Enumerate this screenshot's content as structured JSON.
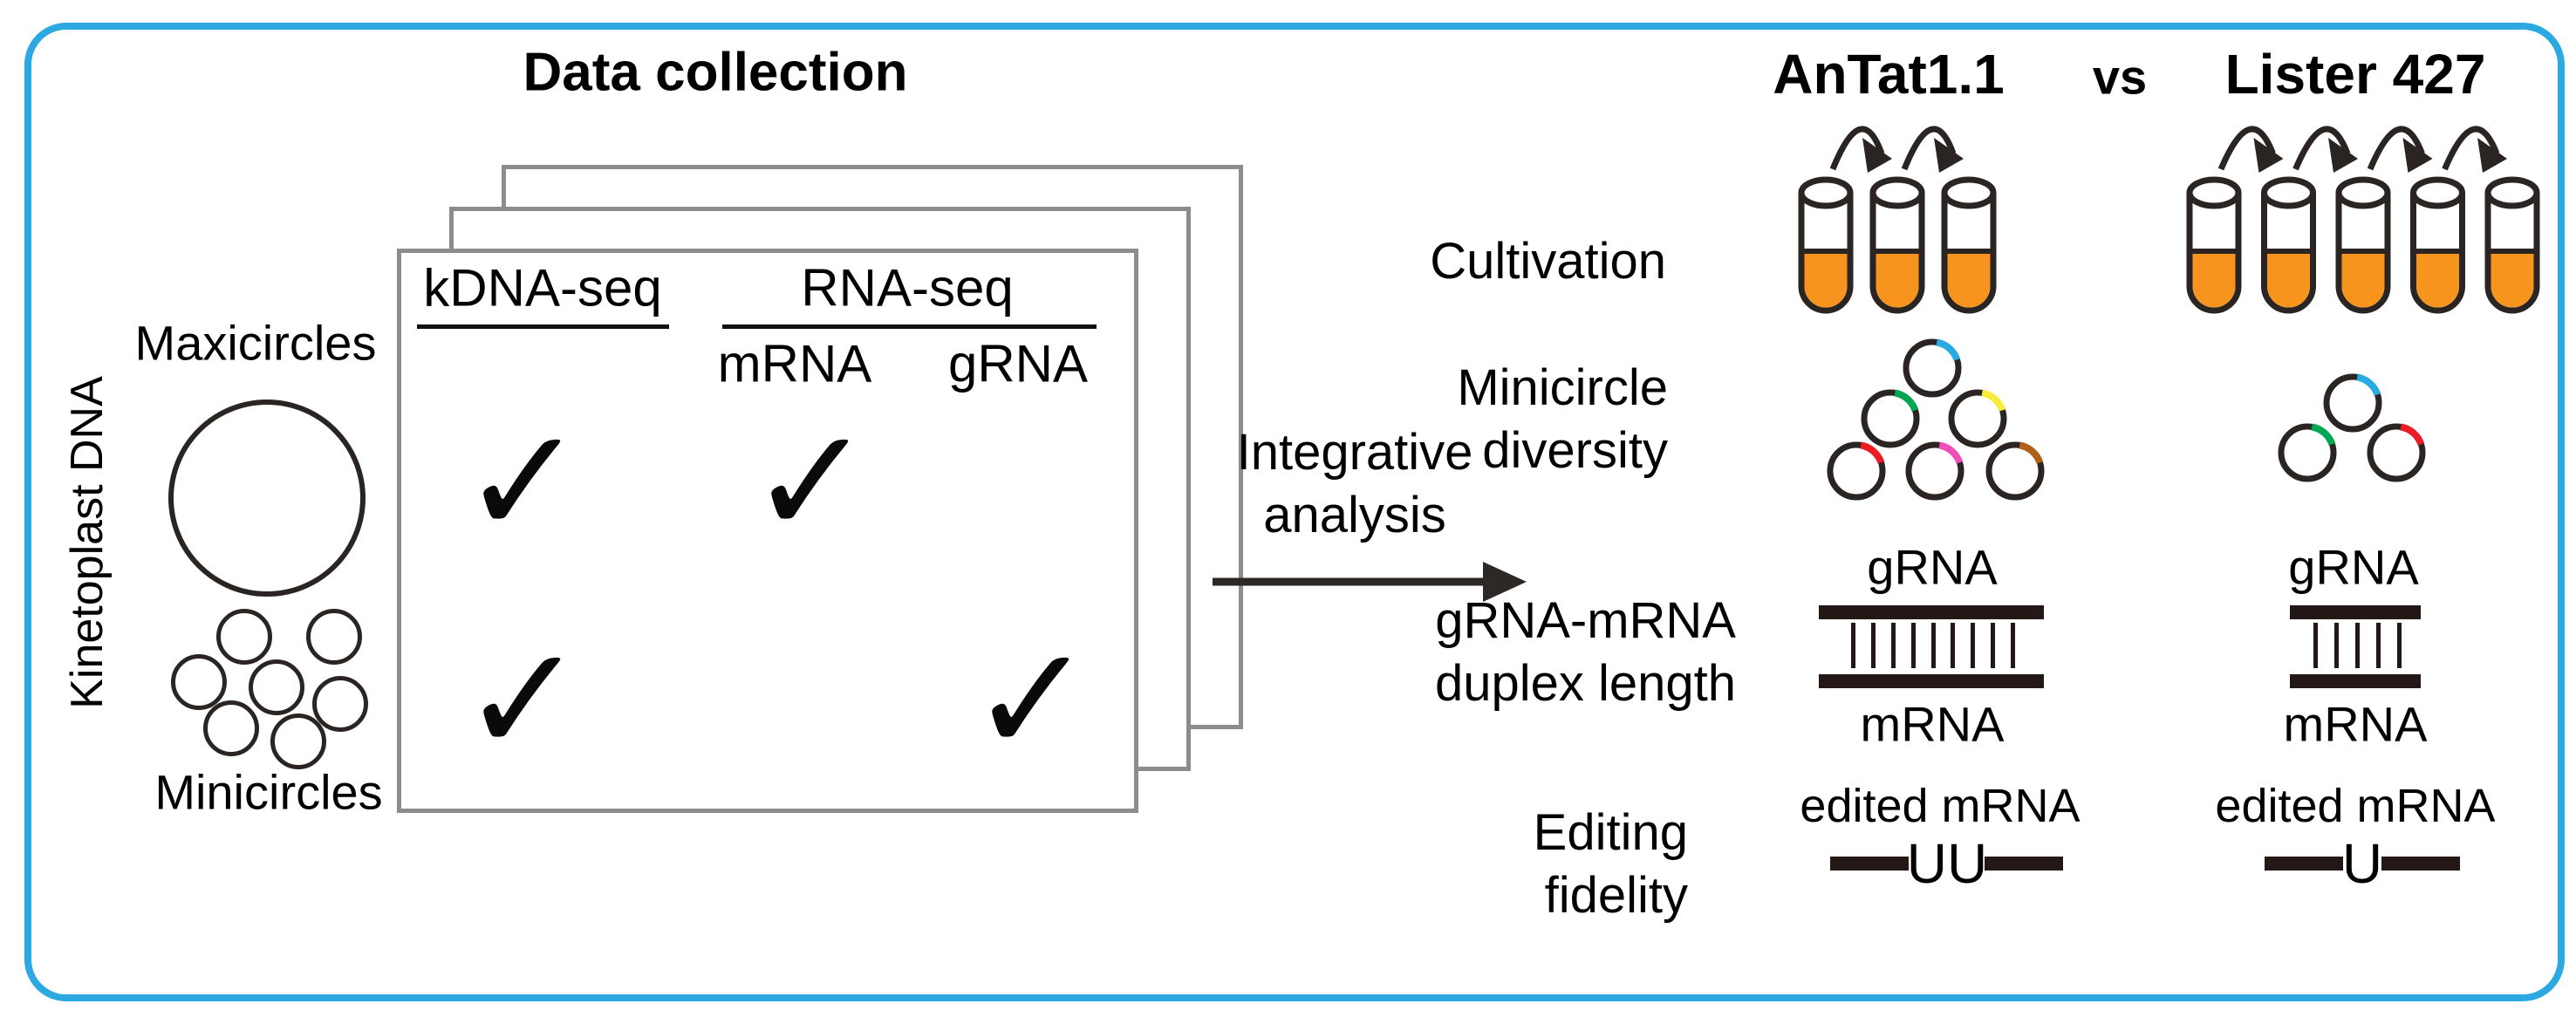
{
  "figure_title": "Data collection",
  "left_panel": {
    "kinetoplast_label": "Kinetoplast DNA",
    "maxicircles_label": "Maxicircles",
    "minicircles_label": "Minicircles",
    "minicircle_cluster_count": 7,
    "table": {
      "column_group_1": "kDNA-seq",
      "column_group_2": "RNA-seq",
      "sub_column_1": "mRNA",
      "sub_column_2": "gRNA",
      "check_glyph": "✓",
      "rows": [
        {
          "name": "Maxicircles",
          "kdna_seq": true,
          "mrna": true,
          "grna": false
        },
        {
          "name": "Minicircles",
          "kdna_seq": true,
          "mrna": false,
          "grna": true
        }
      ]
    }
  },
  "arrow": {
    "label_line1": "Integrative",
    "label_line2": "analysis"
  },
  "comparison": {
    "vs_label": "vs",
    "row_labels": {
      "cultivation": "Cultivation",
      "minicircle_diversity_line1": "Minicircle",
      "minicircle_diversity_line2": "diversity",
      "duplex_line1": "gRNA-mRNA",
      "duplex_line2": "duplex length",
      "editing_line1": "Editing",
      "editing_line2": "fidelity"
    },
    "strains": [
      {
        "name": "AnTat1.1",
        "tube_count": 3,
        "transfer_arrow_count": 2,
        "minicircle_count": 6,
        "minicircle_segment_colors": [
          "#29ABE2",
          "#00A651",
          "#F5EC3C",
          "#EC1C24",
          "#F04FBB",
          "#B05F17"
        ],
        "duplex_tick_count": 9,
        "grna_label": "gRNA",
        "mrna_label": "mRNA",
        "edited_mrna_label": "edited mRNA",
        "editing_insert": "UU"
      },
      {
        "name": "Lister 427",
        "tube_count": 5,
        "transfer_arrow_count": 4,
        "minicircle_count": 3,
        "minicircle_segment_colors": [
          "#29ABE2",
          "#00A651",
          "#EC1C24"
        ],
        "duplex_tick_count": 5,
        "grna_label": "gRNA",
        "mrna_label": "mRNA",
        "edited_mrna_label": "edited mRNA",
        "editing_insert": "U"
      }
    ]
  },
  "colors": {
    "frame_blue": "#2CA9E1",
    "tube_liquid_orange": "#F7941D",
    "outline_dark": "#2A2422",
    "card_border_gray": "#8C8C8C",
    "bar_dark": "#231815"
  }
}
